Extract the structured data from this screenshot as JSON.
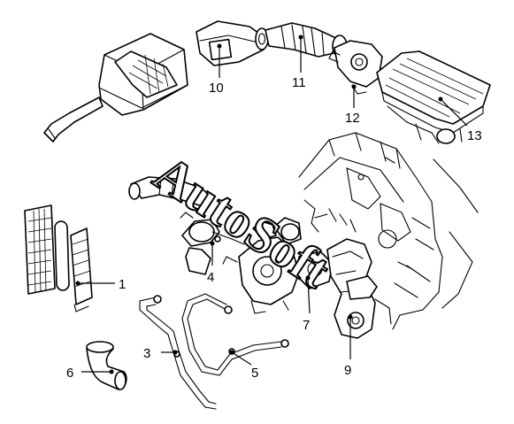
{
  "watermark": {
    "text": "AutoSoft",
    "color": "#000000"
  },
  "callouts": [
    {
      "id": "1",
      "label": "1",
      "part": "intercooler"
    },
    {
      "id": "3",
      "label": "3",
      "part": "boost-pipe"
    },
    {
      "id": "4",
      "label": "4",
      "part": "wastegate-actuator"
    },
    {
      "id": "5",
      "label": "5",
      "part": "vacuum-line"
    },
    {
      "id": "6",
      "label": "6",
      "part": "elbow-hose"
    },
    {
      "id": "7",
      "label": "7",
      "part": "turbocharger"
    },
    {
      "id": "9",
      "label": "9",
      "part": "exhaust-manifold"
    },
    {
      "id": "10",
      "label": "10",
      "part": "air-flow-meter"
    },
    {
      "id": "11",
      "label": "11",
      "part": "air-intake-hose"
    },
    {
      "id": "12",
      "label": "12",
      "part": "throttle-body"
    },
    {
      "id": "13",
      "label": "13",
      "part": "intake-plenum-cover"
    }
  ]
}
